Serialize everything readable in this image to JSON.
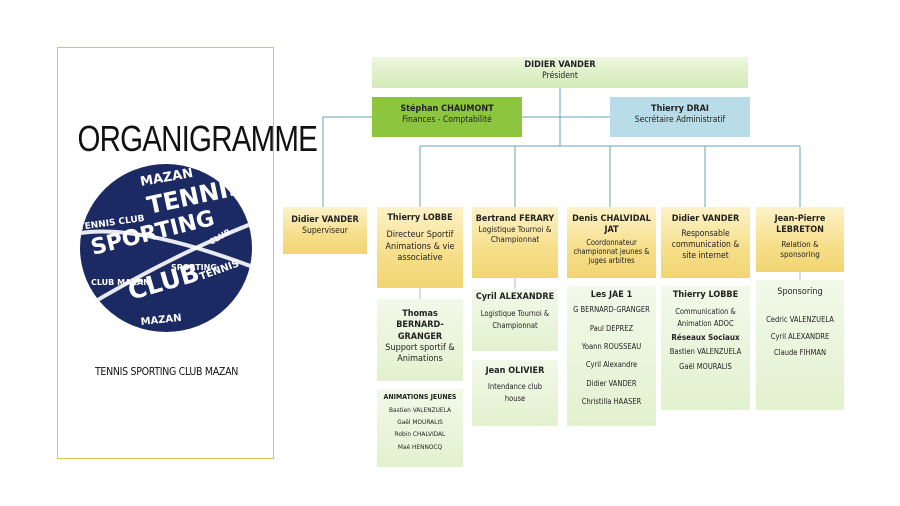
{
  "left": {
    "title": "ORGANIGRAMME",
    "club_name": "TENNIS SPORTING CLUB MAZAN",
    "logo_words": [
      "MAZAN",
      "TENNIS",
      "SPORTING",
      "CLUB"
    ]
  },
  "top": {
    "president_name": "DIDIER VANDER",
    "president_role": "Président",
    "finance_name": "Stéphan  CHAUMONT",
    "finance_role": "Finances - Comptabilité",
    "secretary_name": "Thierry    DRAI",
    "secretary_role": "Secrétaire Administratif"
  },
  "columns": [
    {
      "name": "Didier  VANDER",
      "role": "Superviseur"
    },
    {
      "name": "Thierry  LOBBE",
      "role": "Directeur Sportif Animations & vie associative"
    },
    {
      "name": "Bertrand  FERARY",
      "role": "Logistique Tournoi & Championnat"
    },
    {
      "name": "Denis  CHALVIDAL JAT",
      "role": "Coordonnateur championnat jeunes & juges arbitres"
    },
    {
      "name": "Didier  VANDER",
      "role": "Responsable communication & site internet"
    },
    {
      "name": "Jean-Pierre LEBRETON",
      "role": "Relation & sponsoring"
    }
  ],
  "col2": {
    "sub_name": "Thomas BERNARD-GRANGER",
    "sub_role": "Support sportif & Animations",
    "jeunes_title": "ANIMATIONS  JEUNES",
    "jeunes_list": [
      "Bastien VALENZUELA",
      "Gaël  MOURALIS",
      "Robin  CHALVIDAL",
      "Maé HENNOCQ"
    ]
  },
  "col3": {
    "sub_name": "Cyril  ALEXANDRE",
    "sub_role": "Logistique Tournoi & Championnat",
    "sub2_name": "Jean  OLIVIER",
    "sub2_role": "Intendance club house"
  },
  "col4": {
    "title": "Les JAE 1",
    "list": [
      "G BERNARD-GRANGER",
      "Paul  DEPREZ",
      "Yoann  ROUSSEAU",
      "Cyril  Alexandre",
      "Didier  VANDER",
      "Christilla  HAASER"
    ]
  },
  "col5": {
    "sub_name": "Thierry  LOBBE",
    "sub_role": "Communication & Animation  ADOC",
    "social_title": "Réseaux Sociaux",
    "social_list": [
      "Bastien  VALENZUELA",
      "Gaël  MOURALIS"
    ]
  },
  "col6": {
    "title": "Sponsoring",
    "list": [
      "Cedric  VALENZUELA",
      "Cyril  ALEXANDRE",
      "Claude  FIHMAN"
    ]
  }
}
